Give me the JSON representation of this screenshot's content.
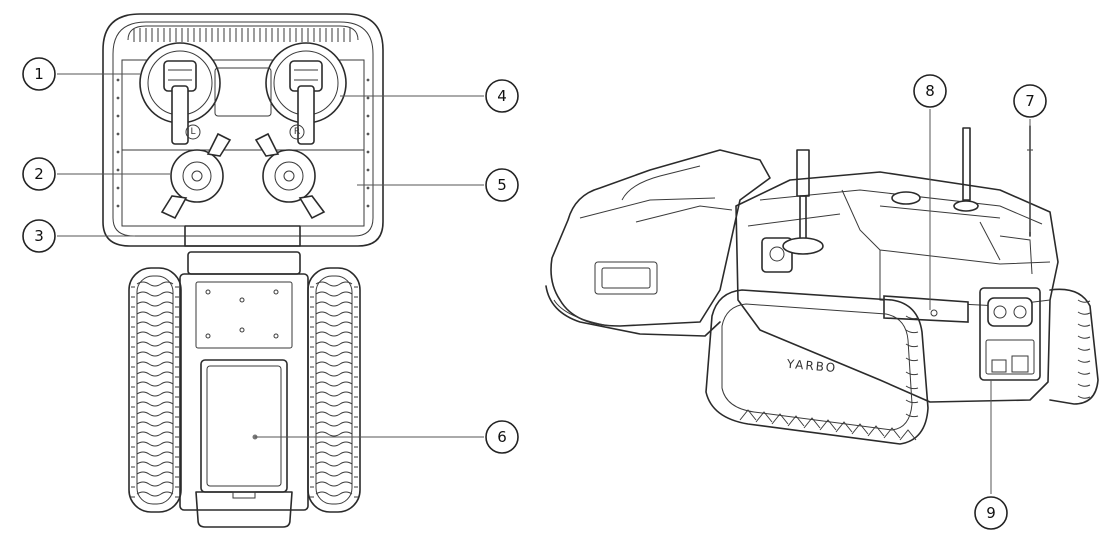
{
  "diagram": {
    "callouts": [
      "1",
      "2",
      "3",
      "4",
      "5",
      "6",
      "7",
      "8",
      "9"
    ],
    "left_cutter_mark": "L",
    "right_cutter_mark": "R",
    "brand_text": "YARBO"
  }
}
